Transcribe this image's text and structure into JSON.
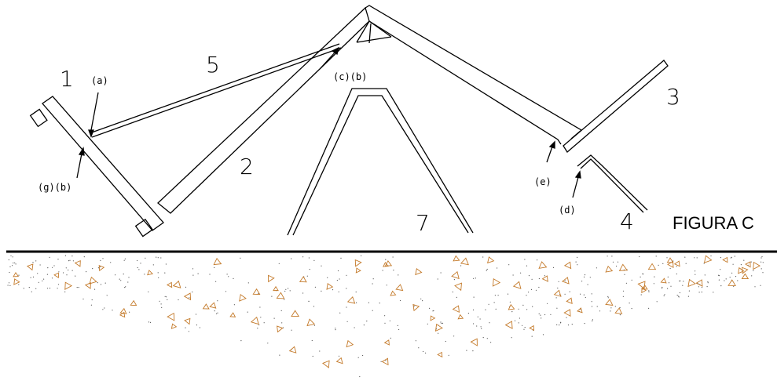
{
  "figure": {
    "title": "FIGURA C"
  },
  "parts": {
    "p1": "1",
    "p2": "2",
    "p3": "3",
    "p4": "4",
    "p5": "5",
    "p7": "7"
  },
  "callouts": {
    "a": "(a)",
    "gb": "(g)(b)",
    "cb": "(c)(b)",
    "e": "(e)",
    "d": "(d)"
  },
  "colors": {
    "line": "#000000",
    "ground_speckle": "#c47a2a"
  }
}
